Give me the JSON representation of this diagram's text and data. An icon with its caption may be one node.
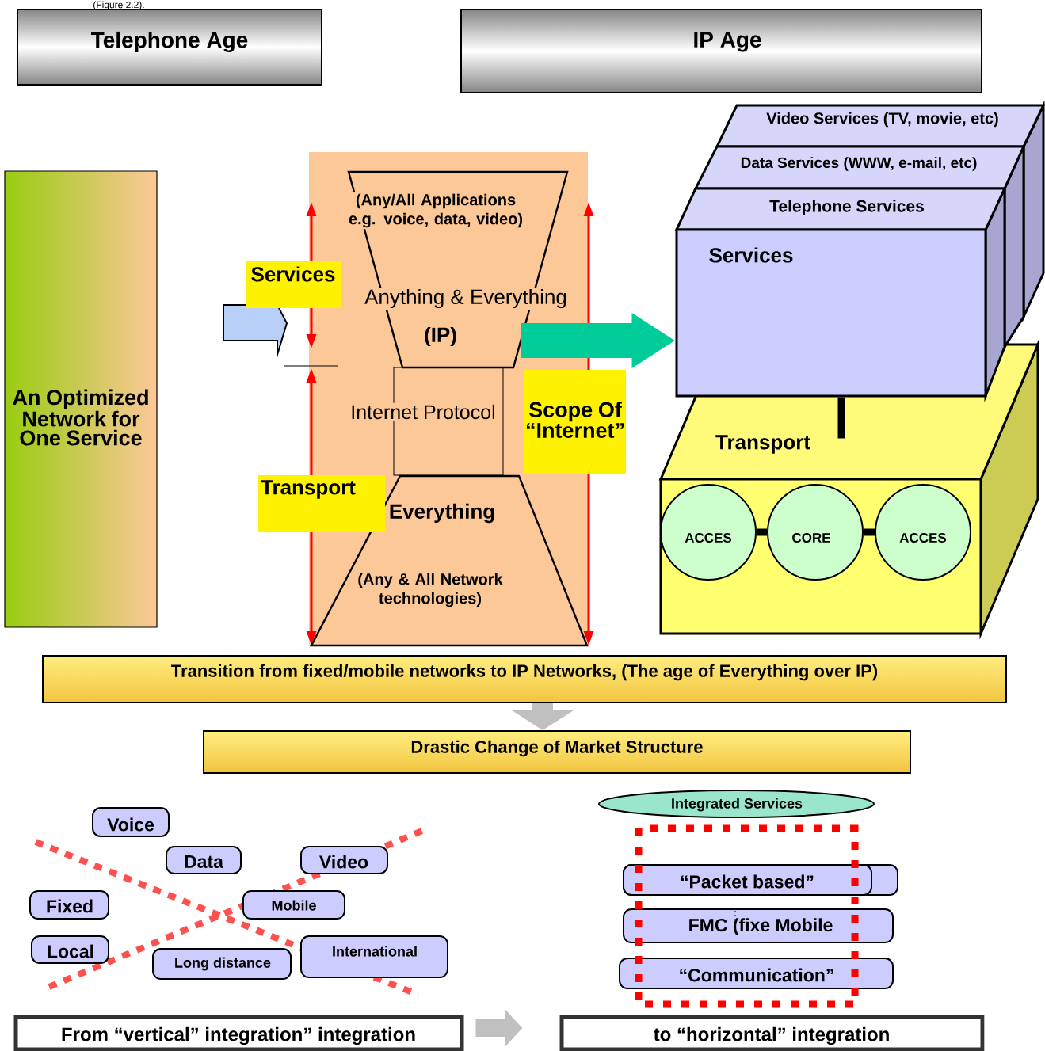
{
  "diagram": {
    "nodes": [
      {
        "text": [
          "Telephone Age"
        ]
      },
      {
        "text": [
          "IP Age"
        ]
      },
      {
        "text": [
          "An Optimized Network for One Service"
        ]
      },
      {
        "text": [
          "(Any/All Applications e.g. voice, data, video)",
          "Anything & Everything",
          "(IP)"
        ]
      },
      {
        "text": [
          "Internet Protocol"
        ]
      },
      {
        "text": [
          "Everything",
          "(Any & All Network technologies)"
        ]
      },
      {
        "text": [
          "Services"
        ]
      },
      {
        "text": [
          "Transport"
        ]
      },
      {
        "text": [
          "Scope Of “Internet”"
        ]
      },
      {
        "text": [
          "Video Services (TV, movie, etc)"
        ]
      },
      {
        "text": [
          "Data Services (WWW, e-mail, etc)"
        ]
      },
      {
        "text": [
          "Telephone Services"
        ]
      },
      {
        "text": [
          "Services"
        ]
      },
      {
        "text": [
          "Transport"
        ]
      },
      {
        "text": [
          "ACCES"
        ],
        "in": 13
      },
      {
        "text": [
          "CORE"
        ],
        "in": 13
      },
      {
        "text": [
          "ACCES"
        ],
        "in": 13
      },
      {
        "text": [
          "Transition from fixed/mobile networks to IP Networks, (The age of Everything over IP)"
        ]
      },
      {
        "text": [
          "Drastic Change of Market Structure"
        ]
      },
      {
        "text": [
          "Voice"
        ]
      },
      {
        "text": [
          "Data"
        ]
      },
      {
        "text": [
          "Video"
        ]
      },
      {
        "text": [
          "Fixed"
        ]
      },
      {
        "text": [
          "Mobile"
        ]
      },
      {
        "text": [
          "Local"
        ]
      },
      {
        "text": [
          "Long distance"
        ]
      },
      {
        "text": [
          "International"
        ]
      },
      {
        "text": [
          "Integrated Services"
        ]
      },
      {
        "text": [
          "“Packet based”"
        ]
      },
      {
        "text": [
          "FMC (fixe Mobile"
        ]
      },
      {
        "text": [
          "“Communication”"
        ]
      },
      {
        "text": [
          "From “vertical” integration” integration"
        ]
      },
      {
        "text": [
          "to “horizontal” integration"
        ]
      }
    ],
    "edges": [
      {
        "from": 3,
        "to": 12,
        "arrow": "to",
        "style": "thick",
        "color": "#00cc99"
      },
      {
        "from": 12,
        "to": 13,
        "arrow": "none"
      },
      {
        "from": 14,
        "to": 15,
        "arrow": "none"
      },
      {
        "from": 15,
        "to": 16,
        "arrow": "none"
      },
      {
        "from": 17,
        "to": 18,
        "arrow": "to",
        "style": "thick",
        "color": "#c0c0c0"
      },
      {
        "from": 31,
        "to": 32,
        "arrow": "to",
        "style": "thick",
        "color": "#c0c0c0"
      }
    ],
    "labels": [
      "(Figure 2.2)."
    ]
  }
}
